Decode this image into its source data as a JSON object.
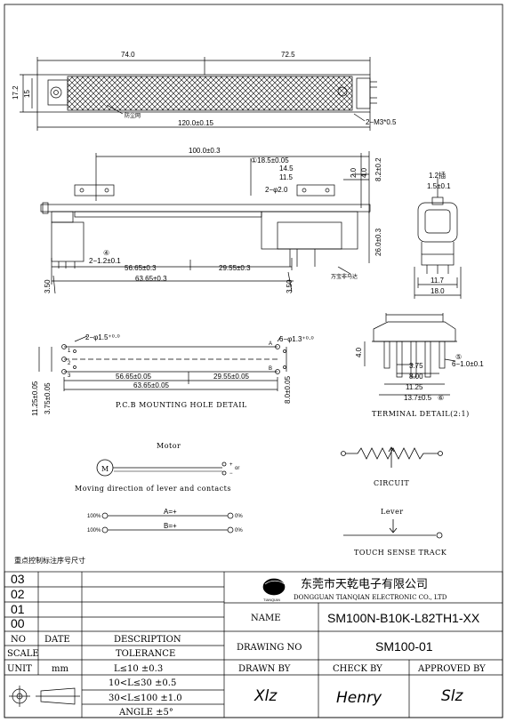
{
  "top_view": {
    "dims": [
      "74.0",
      "72.5",
      "17.2",
      "15",
      "120.0±0.15",
      "2−M3*0.5"
    ],
    "note": "防尘网"
  },
  "side_view": {
    "dims": [
      "100.0±0.3",
      "①18.5±0.05",
      "14.5",
      "11.5",
      "2−φ2.0",
      "2.0",
      "4.0",
      "8.2±0.2",
      "26.0±0.3",
      "④",
      "2−1.2±0.1",
      "56.65±0.3",
      "29.55±0.3",
      "63.65±0.3",
      "3.50",
      "3.50"
    ],
    "note": "万宝非马达"
  },
  "end_view": {
    "dims": [
      "1.2插",
      "1.5±0.1",
      "11.7",
      "18.0"
    ]
  },
  "pcb": {
    "title": "P.C.B MOUNTING HOLE DETAIL",
    "dims": [
      "2−φ1.5⁺⁰·⁰",
      "6−φ1.3⁺⁰·⁰",
      "56.65±0.05",
      "29.55±0.05",
      "63.65±0.05",
      "11.25±0.05",
      "3.75±0.05",
      "8.0±0.05"
    ],
    "pins": [
      "1",
      "2",
      "3",
      "A",
      "B"
    ]
  },
  "terminal": {
    "title": "TERMINAL DETAIL(2:1)",
    "dims": [
      "4.0",
      "3.75",
      "8.00",
      "11.25",
      "13.7±0.5",
      "⑤",
      "6−1.0±0.1",
      "⑥"
    ]
  },
  "motor": {
    "title": "Motor",
    "symbol": "M",
    "plus": "+",
    "minus": "−",
    "or": "or",
    "caption": "Moving direction of lever and contacts"
  },
  "direction": {
    "row_a": {
      "left": "100%",
      "mid": "A=+",
      "right": "0%"
    },
    "row_b": {
      "left": "100%",
      "mid": "B=+",
      "right": "0%"
    }
  },
  "circuit": {
    "title": "CIRCUIT"
  },
  "touch": {
    "lever": "Lever",
    "title": "TOUCH SENSE TRACK"
  },
  "note_cn": "重点控制标注序号尺寸",
  "title_block": {
    "rev": [
      "03",
      "02",
      "01",
      "00"
    ],
    "headers": {
      "no": "NO",
      "date": "DATE",
      "desc": "DESCRIPTION"
    },
    "company_cn": "东莞市天乾电子有限公司",
    "company_en": "DONGGUAN TIANQIAN ELECTRONIC CO., LTD",
    "logo_text": "TIANQIAN",
    "name_label": "NAME",
    "name_value": "SM100N-B10K-L82TH1-XX",
    "drawing_label": "DRAWING  NO",
    "drawing_value": "SM100-01",
    "scale_label": "SCALE",
    "tolerance": "TOLERANCE",
    "unit_label": "UNIT",
    "unit_value": "mm",
    "tol": [
      "L≤10  ±0.3",
      "10<L≤30  ±0.5",
      "30<L≤100  ±1.0",
      "ANGLE  ±5°"
    ],
    "drawn_label": "DRAWN  BY",
    "check_label": "CHECK  BY",
    "approved_label": "APPROVED  BY",
    "drawn_value": "Xlz",
    "check_value": "Henry",
    "approved_value": "Slz"
  }
}
